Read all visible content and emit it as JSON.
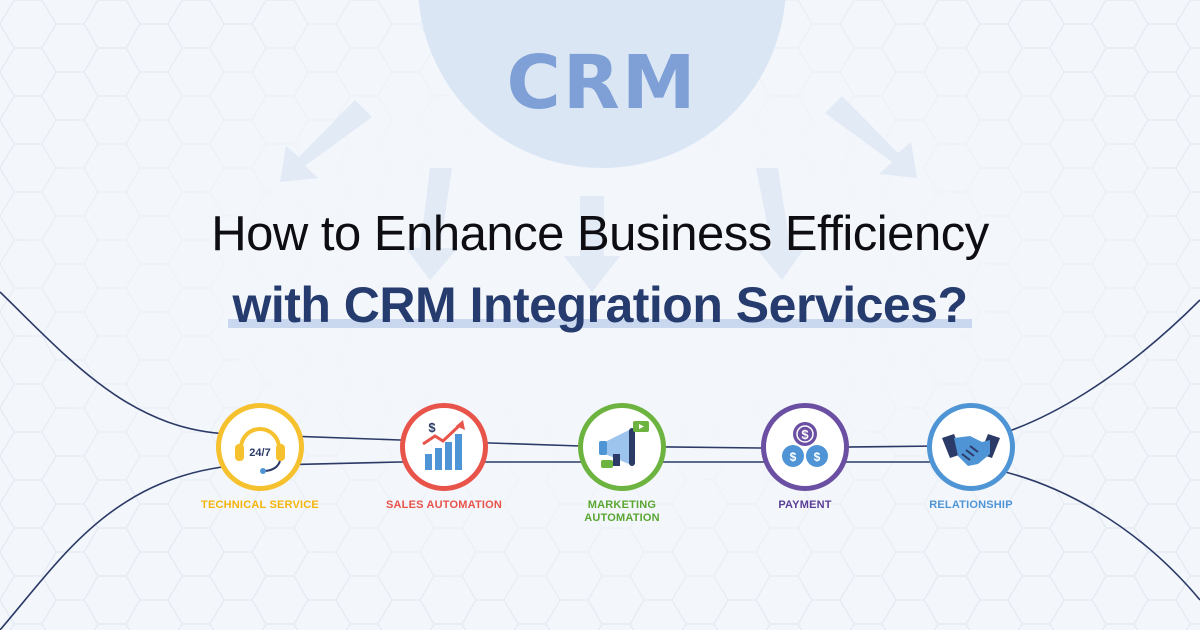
{
  "hero": {
    "badge_text": "CRM",
    "title_line1": "How to Enhance Business Efficiency",
    "title_line2": "with CRM Integration Services?"
  },
  "features": [
    {
      "label": "TECHNICAL SERVICE",
      "icon": "support-headset-icon",
      "color": "#f5c12e",
      "icon_text": "24/7"
    },
    {
      "label": "SALES AUTOMATION",
      "icon": "sales-chart-icon",
      "color": "#e8534a",
      "icon_text": "$"
    },
    {
      "label": "MARKETING",
      "label2": "AUTOMATION",
      "icon": "megaphone-icon",
      "color": "#6db33f"
    },
    {
      "label": "PAYMENT",
      "icon": "coins-icon",
      "color": "#6a4fa3",
      "icon_text": "$"
    },
    {
      "label": "RELATIONSHIP",
      "icon": "handshake-icon",
      "color": "#4f95d6"
    }
  ],
  "colors": {
    "background": "#f3f6fb",
    "crm_circle": "#dbe6f5",
    "crm_text": "#7ea0d6",
    "title_dark": "#0d0d12",
    "title_accent": "#263b6e",
    "highlight": "#c9d8ef"
  }
}
